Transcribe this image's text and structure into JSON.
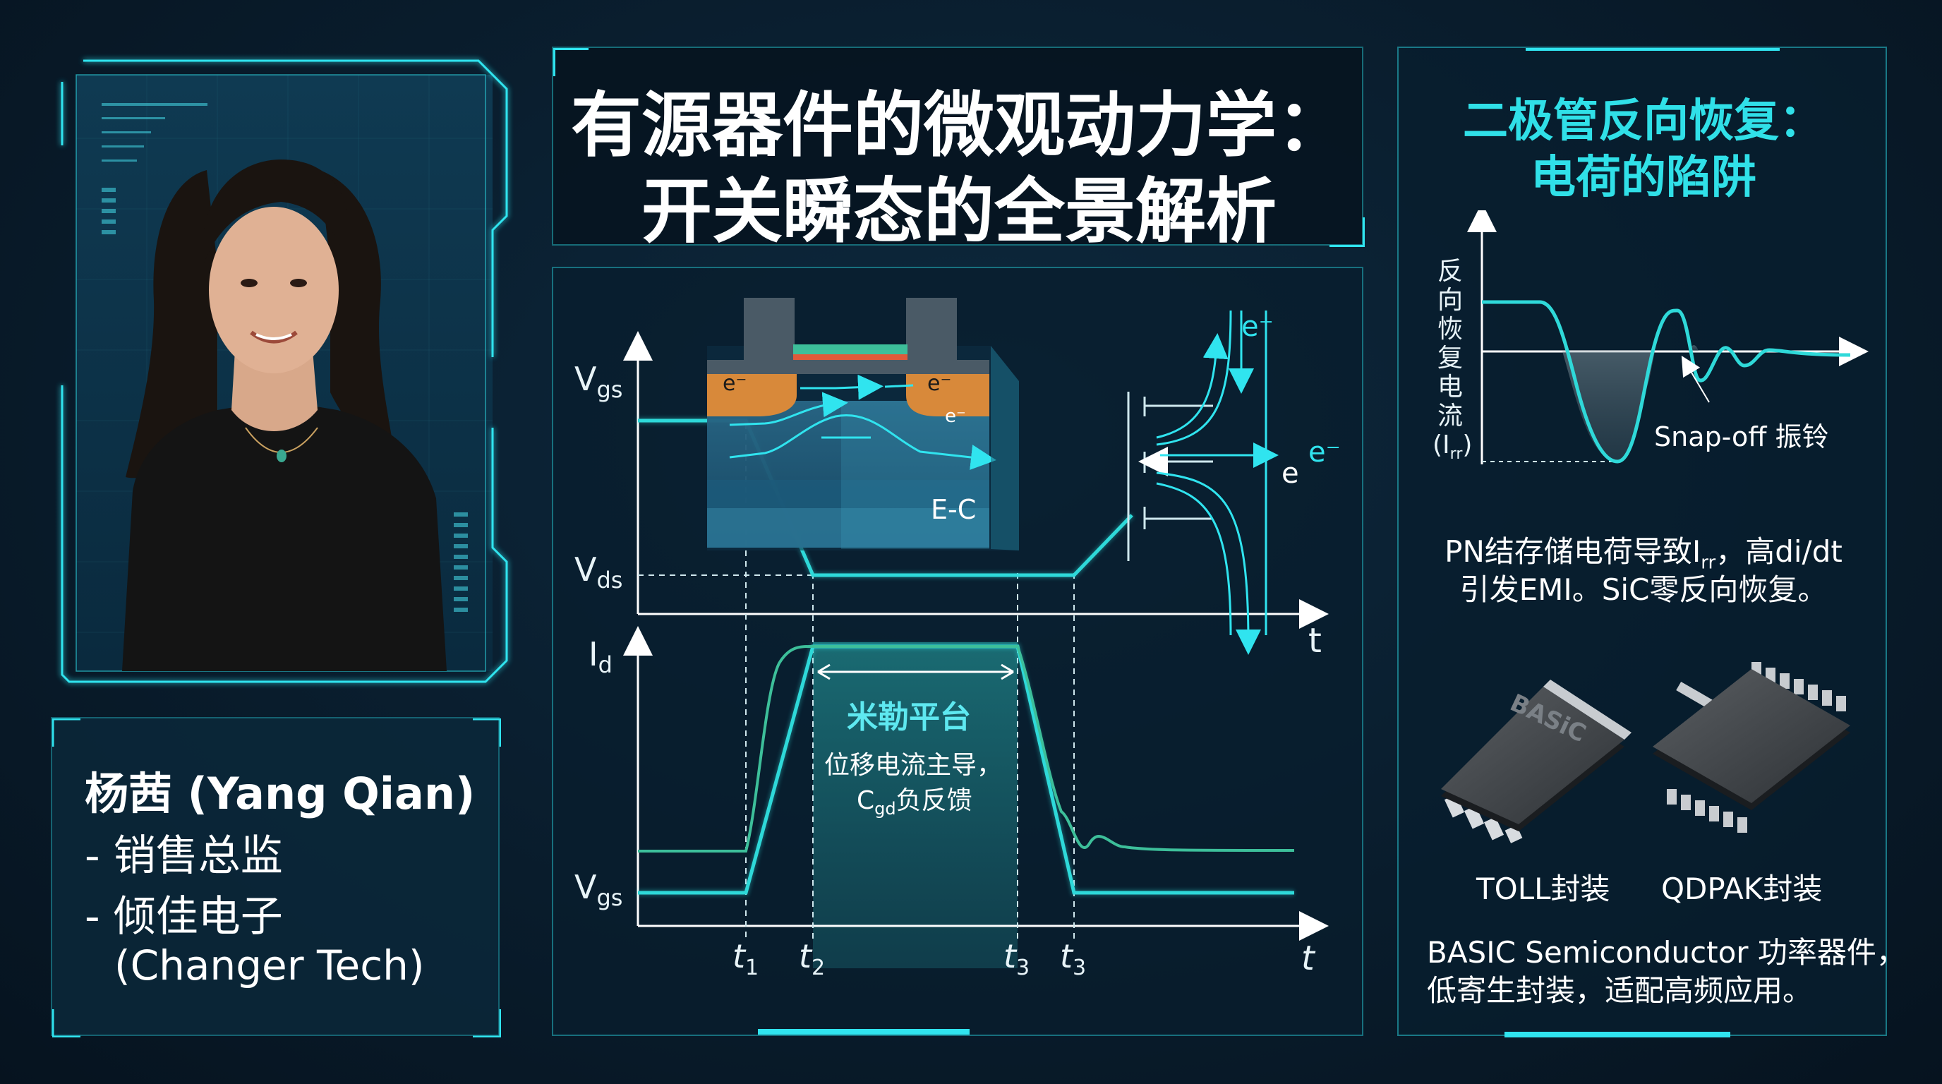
{
  "title": {
    "line1": "有源器件的微观动力学：",
    "line2": "开关瞬态的全景解析"
  },
  "speaker": {
    "name": "杨茜 (Yang Qian)",
    "role": "- 销售总监",
    "company": "- 倾佳电子",
    "company_en": "(Changer Tech)"
  },
  "waveform": {
    "vgs_top": "V",
    "vgs_top_sub": "gs",
    "vds": "V",
    "vds_sub": "ds",
    "id": "I",
    "id_sub": "d",
    "vgs_bottom": "V",
    "vgs_bottom_sub": "gs",
    "t_axis_top": "t",
    "t_axis_bottom": "t",
    "t1": "t",
    "t1_sub": "1",
    "t2": "t",
    "t2_sub": "2",
    "t3a": "t",
    "t3a_sub": "3",
    "t3b": "t",
    "t3b_sub": "3",
    "miller_title": "米勒平台",
    "miller_line1": "位移电流主导，",
    "miller_line2_c": "C",
    "miller_line2_sub": "gd",
    "miller_line2_rest": "负反馈",
    "device_label": "E-C",
    "electron_left": "e⁻",
    "electron_right": "e⁻",
    "electron_mid1": "e⁻",
    "electron_mid2": "e⁻",
    "electron_top": "e⁻",
    "electron_side1": "e",
    "electron_side2": "e⁻"
  },
  "diode": {
    "title_line1": "二极管反向恢复：",
    "title_line2": "电荷的陷阱",
    "ylabel_chars": [
      "反",
      "向",
      "恢",
      "复",
      "电",
      "流"
    ],
    "ylabel_symbol": "(I",
    "ylabel_sub": "rr",
    "ylabel_close": ")",
    "snapoff_label": "Snap-off 振铃",
    "desc_line1": "PN结存储电荷导致I",
    "desc_sub": "rr",
    "desc_line1_rest": "，高di/dt",
    "desc_line2": "引发EMI。SiC零反向恢复。",
    "package_left_mark": "BASiC",
    "package_left": "TOLL封装",
    "package_right": "QDPAK封装",
    "footer_line1": "BASIC Semiconductor 功率器件，",
    "footer_line2": "低寄生封装，适配高频应用。"
  },
  "colors": {
    "accent": "#30e0e8",
    "background": "#0a1f30",
    "trace": "#2fd9d9",
    "green_trace": "#3dbf9a"
  }
}
